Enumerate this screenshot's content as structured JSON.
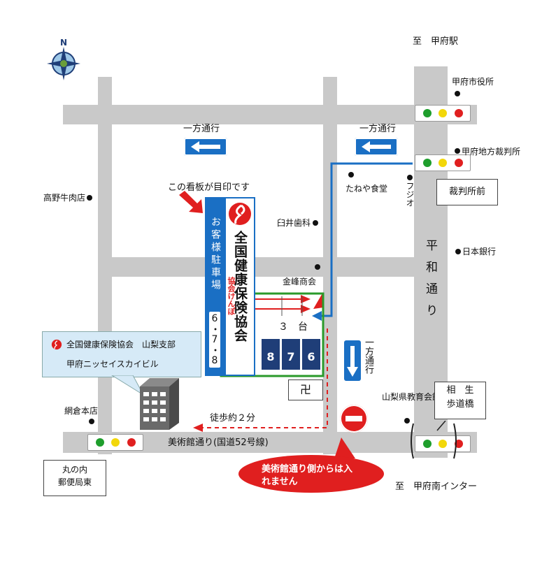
{
  "labels": {
    "to_kofu_station": "至　甲府駅",
    "to_kofu_minami_ic": "至　甲府南インター",
    "oneway_top_left": "一方通行",
    "oneway_top_right": "一方通行",
    "oneway_vertical": "一方通行",
    "signboard_mark": "この看板が目印です",
    "walk": "徒歩約２分",
    "road_museum": "美術館通り(国道52号線)",
    "road_heiwa": "平和通り",
    "no_entry_callout": "美術館通り側からは入れません",
    "parking_count": "３　台"
  },
  "places": {
    "kofu_city_hall": "甲府市役所",
    "kofu_court": "甲府地方裁判所",
    "taneya": "たねや食堂",
    "fujio": "フジオ",
    "takano": "高野牛肉店",
    "usui": "臼井歯科",
    "nihon_ginko": "日本銀行",
    "kinpo": "金峰商会",
    "amikura": "網倉本店",
    "yamanashi_edu": "山梨県教育会館",
    "saibansho_mae": "裁判所前",
    "aioi_bridge": "相　生\n歩道橋",
    "marunouchi_post": "丸の内\n郵便局東"
  },
  "signboard": {
    "name": "全国健康保険協会",
    "sub": "協会けんぽ",
    "parking": "お客様駐車場",
    "numbers": "6・7・8"
  },
  "office": {
    "name": "全国健康保険協会　山梨支部",
    "building": "甲府ニッセイスカイビル"
  },
  "slots": [
    "8",
    "7",
    "6"
  ],
  "temple_symbol": "卍",
  "compass": "N",
  "colors": {
    "road": "#c9c9c9",
    "blue": "#1a6fc4",
    "red": "#e01f1f",
    "green": "#2a9a2a",
    "navy": "#1f3e78"
  }
}
